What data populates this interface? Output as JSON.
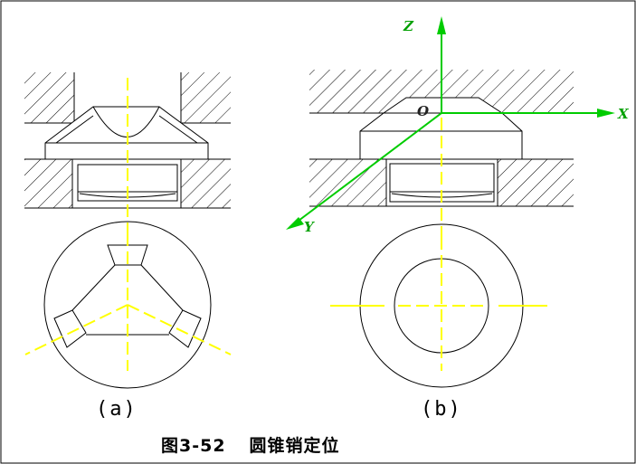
{
  "figure": {
    "caption_number": "图3-52",
    "caption_title": "圆锥销定位",
    "subfigures": [
      {
        "label": "(a)"
      },
      {
        "label": "(b)"
      }
    ],
    "axes": {
      "z": "Z",
      "x": "X",
      "y": "Y",
      "origin": "O"
    },
    "colors": {
      "line": "#000000",
      "centerline": "#ffff00",
      "axis": "#00cc00",
      "background": "#ffffff"
    }
  }
}
